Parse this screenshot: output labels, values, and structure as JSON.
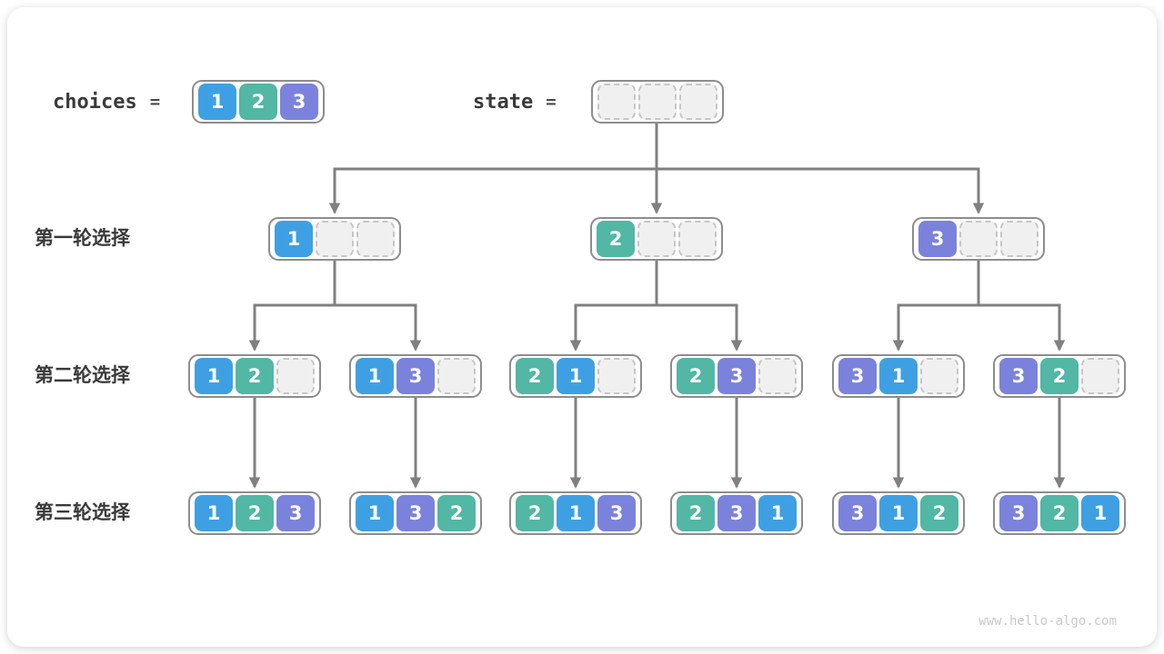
{
  "diagram": {
    "header": {
      "choices_label": "choices",
      "equals": "=",
      "choices_values": [
        "1",
        "2",
        "3"
      ],
      "state_label": "state",
      "state_empty_cells": 3
    },
    "rows": [
      {
        "label": "第一轮选择"
      },
      {
        "label": "第二轮选择"
      },
      {
        "label": "第三轮选择"
      }
    ],
    "tree": {
      "level1": [
        [
          "1",
          "",
          ""
        ],
        [
          "2",
          "",
          ""
        ],
        [
          "3",
          "",
          ""
        ]
      ],
      "level2": [
        [
          "1",
          "2",
          ""
        ],
        [
          "1",
          "3",
          ""
        ],
        [
          "2",
          "1",
          ""
        ],
        [
          "2",
          "3",
          ""
        ],
        [
          "3",
          "1",
          ""
        ],
        [
          "3",
          "2",
          ""
        ]
      ],
      "level3": [
        [
          "1",
          "2",
          "3"
        ],
        [
          "1",
          "3",
          "2"
        ],
        [
          "2",
          "1",
          "3"
        ],
        [
          "2",
          "3",
          "1"
        ],
        [
          "3",
          "1",
          "2"
        ],
        [
          "3",
          "2",
          "1"
        ]
      ]
    },
    "colors": {
      "1": "#3EA0E2",
      "2": "#52B7A4",
      "3": "#7B82DB",
      "arrow": "#808080",
      "empty_fill": "#F0F0F0",
      "box_border": "#8D8D8D"
    },
    "watermark": "www.hello-algo.com"
  }
}
